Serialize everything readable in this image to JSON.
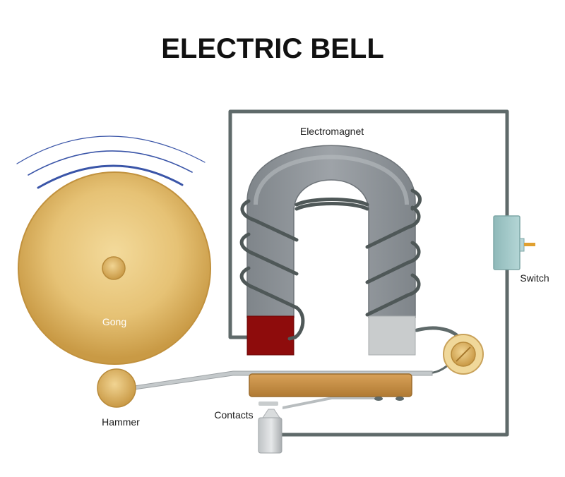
{
  "title": "ELECTRIC BELL",
  "labels": {
    "electromagnet": "Electromagnet",
    "switch": "Switch",
    "gong": "Gong",
    "hammer": "Hammer",
    "contacts": "Contacts"
  },
  "colors": {
    "wire": "#5f6a6a",
    "gong": "#e3bf6f",
    "magnet": "#8f959a",
    "pole_red": "#8e0c0c",
    "pole_light": "#c9cccd",
    "switch": "#9fc6c6",
    "armature": "#c68b3e",
    "sound_waves": "#3a55a8"
  }
}
